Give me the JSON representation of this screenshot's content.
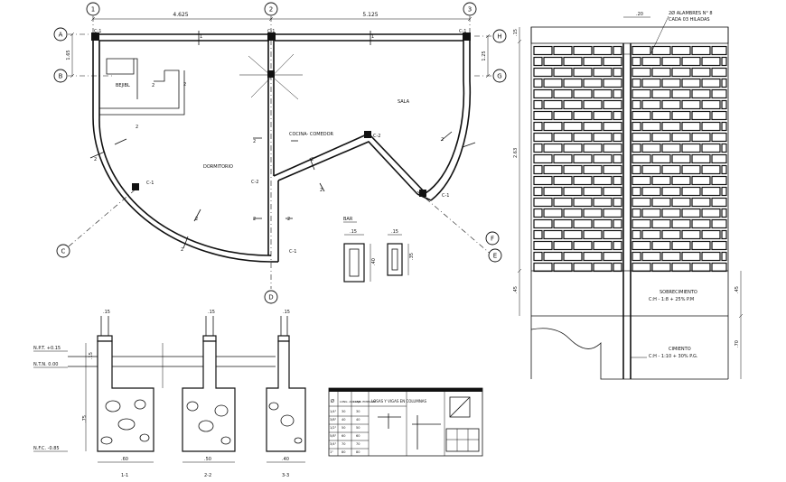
{
  "plan": {
    "axes": {
      "num1": "1",
      "num2": "2",
      "num3": "3",
      "A": "A",
      "B": "B",
      "C": "C",
      "D": "D",
      "E": "E",
      "F": "F",
      "G": "G",
      "H": "H"
    },
    "dims": {
      "d12": "4.625",
      "d23": "5.125",
      "dAB": "1.65",
      "dHG": "1.25"
    },
    "rooms": {
      "bano": "BEJIBL",
      "dormitorio": "DORMITORIO",
      "cocina": "COCINA- COMEDOR",
      "sala": "SALA"
    },
    "tags": {
      "c1": "C-1",
      "c2": "C-2",
      "n1": "1",
      "n2": "2"
    }
  },
  "columns": {
    "title": "BAR",
    "dim_top": ".15",
    "dim_side1": ".40",
    "dim_side2": ".35"
  },
  "sections": {
    "npt": "N.P.T. +0.15",
    "ntn": "N.T.N. 0.00",
    "nfc": "N.F.C. -0.85",
    "h1": ".15",
    "h2": ".75",
    "s1": {
      "label": "1-1",
      "width": ".60",
      "top": ".15"
    },
    "s2": {
      "label": "2-2",
      "width": ".50",
      "top": ".15"
    },
    "s3": {
      "label": "3-3",
      "width": ".40",
      "top": ".15"
    }
  },
  "wall": {
    "top_dim": ".20",
    "height": "2.63",
    "sobre_h": ".45",
    "cim_h": ".70",
    "top_h": ".15",
    "note1": "2Ø ALAMBRES N° 8",
    "note2": "CADA 03 HILADAS",
    "sobre_title": "SOBRECIMIENTO",
    "sobre_mix": "C:H - 1:8 + 25% P.M",
    "cim_title": "CIMIENTO",
    "cim_mix": "C:H - 1:10 + 30% P.G."
  },
  "table": {
    "title": "LOSAS Y VIGAS EN COLUMNAS",
    "col_a": "Ø",
    "col_b": "LONG. ANCLAJE",
    "col_c": "LONG. EMPALME",
    "rows": [
      {
        "d": "1/4\"",
        "a": "30",
        "b": "30"
      },
      {
        "d": "3/8\"",
        "a": "40",
        "b": "40"
      },
      {
        "d": "1/2\"",
        "a": "50",
        "b": "50"
      },
      {
        "d": "5/8\"",
        "a": "60",
        "b": "60"
      },
      {
        "d": "3/4\"",
        "a": "70",
        "b": "70"
      },
      {
        "d": "1\"",
        "a": "80",
        "b": "80"
      }
    ]
  }
}
